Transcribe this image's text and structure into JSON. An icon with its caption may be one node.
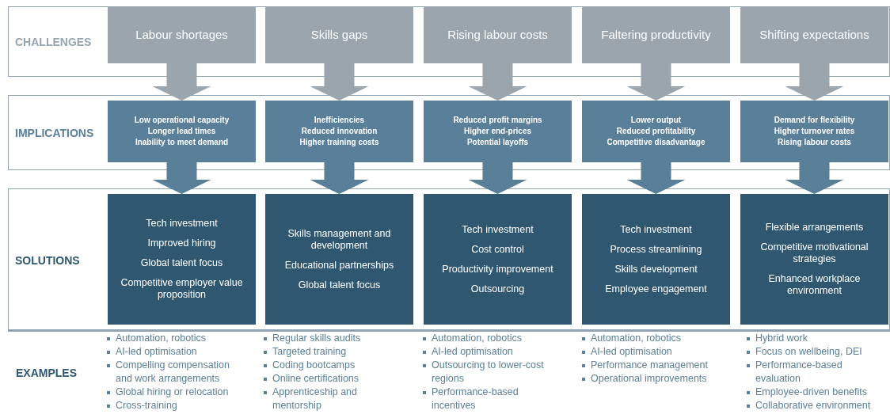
{
  "diagram": {
    "nodes": [
      {
        "text": [
          "CHALLENGES"
        ]
      },
      {
        "text": [
          "Labour shortages"
        ],
        "in": 0
      },
      {
        "text": [
          "Skills gaps"
        ],
        "in": 0
      },
      {
        "text": [
          "Rising labour costs"
        ],
        "in": 0
      },
      {
        "text": [
          "Faltering productivity"
        ],
        "in": 0
      },
      {
        "text": [
          "Shifting expectations"
        ],
        "in": 0
      },
      {
        "text": [
          "IMPLICATIONS"
        ]
      },
      {
        "text": [
          "Low operational capacity",
          "Longer lead times",
          "Inability to meet demand"
        ],
        "in": 6
      },
      {
        "text": [
          "Inefficiencies",
          "Reduced innovation",
          "Higher training costs"
        ],
        "in": 6
      },
      {
        "text": [
          "Reduced profit margins",
          "Higher end-prices",
          "Potential layoffs"
        ],
        "in": 6
      },
      {
        "text": [
          "Lower output",
          "Reduced profitability",
          "Competitive disadvantage"
        ],
        "in": 6
      },
      {
        "text": [
          "Demand for flexibility",
          "Higher turnover rates",
          "Rising labour costs"
        ],
        "in": 6
      },
      {
        "text": [
          "SOLUTIONS"
        ]
      },
      {
        "text": [
          "Tech investment",
          "Improved hiring",
          "Global talent focus",
          "Competitive employer value proposition"
        ],
        "in": 12
      },
      {
        "text": [
          "Skills management and development",
          "Educational partnerships",
          "Global talent focus"
        ],
        "in": 12
      },
      {
        "text": [
          "Tech investment",
          "Cost control",
          "Productivity improvement",
          "Outsourcing"
        ],
        "in": 12
      },
      {
        "text": [
          "Tech investment",
          "Process streamlining",
          "Skills development",
          "Employee engagement"
        ],
        "in": 12
      },
      {
        "text": [
          "Flexible arrangements",
          "Competitive motivational strategies",
          "Enhanced workplace environment"
        ],
        "in": 12
      }
    ],
    "edges": [
      {
        "from": 1,
        "to": 7,
        "arrow": "to"
      },
      {
        "from": 2,
        "to": 8,
        "arrow": "to"
      },
      {
        "from": 3,
        "to": 9,
        "arrow": "to"
      },
      {
        "from": 4,
        "to": 10,
        "arrow": "to"
      },
      {
        "from": 5,
        "to": 11,
        "arrow": "to"
      },
      {
        "from": 7,
        "to": 13,
        "arrow": "to"
      },
      {
        "from": 8,
        "to": 14,
        "arrow": "to"
      },
      {
        "from": 9,
        "to": 15,
        "arrow": "to"
      },
      {
        "from": 10,
        "to": 16,
        "arrow": "to"
      },
      {
        "from": 11,
        "to": 17,
        "arrow": "to"
      }
    ],
    "labels": [
      "EXAMPLES",
      "Automation, robotics",
      "AI-led optimisation",
      "Compelling compensation and work arrangements",
      "Global hiring or relocation",
      "Cross-training",
      "Regular skills audits",
      "Targeted training",
      "Coding bootcamps",
      "Online certifications",
      "Apprenticeship and mentorship",
      "Automation, robotics",
      "AI-led optimisation",
      "Outsourcing to lower-cost regions",
      "Performance-based incentives",
      "Automation, robotics",
      "AI-led optimisation",
      "Performance management",
      "Operational improvements",
      "Hybrid work",
      "Focus on wellbeing, DEI",
      "Performance-based evaluation",
      "Employee-driven benefits",
      "Collaborative environment"
    ]
  }
}
